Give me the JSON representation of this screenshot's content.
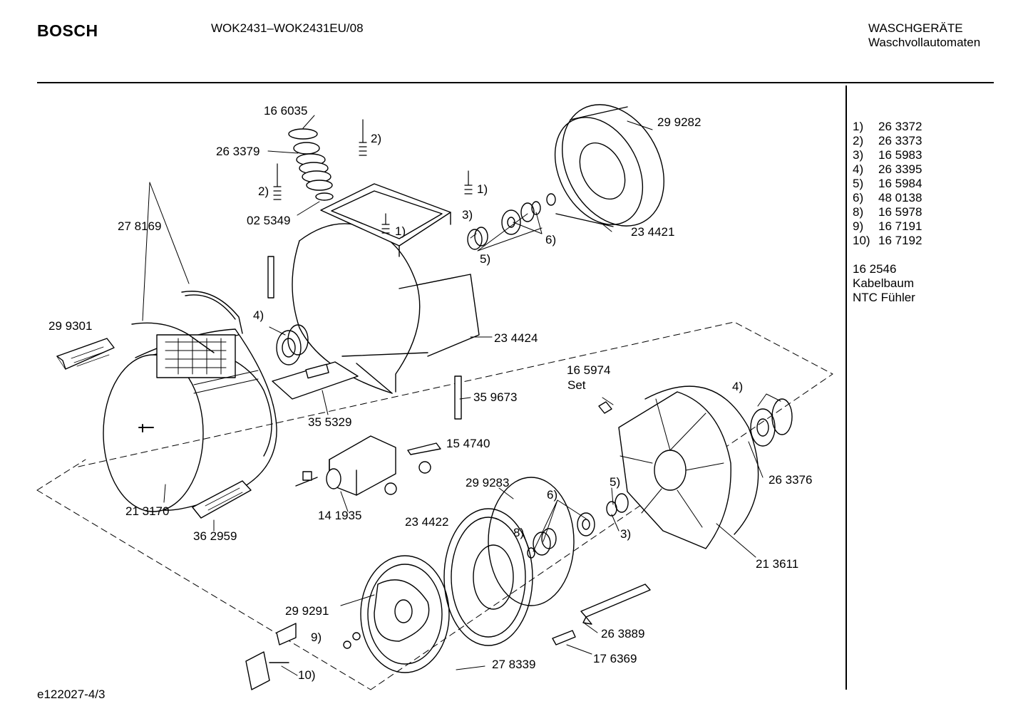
{
  "header": {
    "brand": "BOSCH",
    "model": "WOK2431–WOK2431EU/08",
    "category_line1": "WASCHGERÄTE",
    "category_line2": "Waschvollautomaten"
  },
  "footer": {
    "code": "e122027-4/3"
  },
  "legend": {
    "items": [
      {
        "key": "1)",
        "part": "26 3372"
      },
      {
        "key": "2)",
        "part": "26 3373"
      },
      {
        "key": "3)",
        "part": "16 5983"
      },
      {
        "key": "4)",
        "part": "26 3395"
      },
      {
        "key": "5)",
        "part": "16 5984"
      },
      {
        "key": "6)",
        "part": "48 0138"
      },
      {
        "key": "8)",
        "part": "16 5978"
      },
      {
        "key": "9)",
        "part": "16 7191"
      },
      {
        "key": "10)",
        "part": "16 7192"
      }
    ],
    "extra_part": "16 2546",
    "extra_line1": "Kabelbaum",
    "extra_line2": "NTC Fühler"
  },
  "labels": {
    "p166035": "16 6035",
    "p263379": "26 3379",
    "p025349": "02 5349",
    "p278169": "27 8169",
    "p299301": "29 9301",
    "p213170": "21 3170",
    "p362959": "36 2959",
    "p355329": "35 5329",
    "p141935": "14 1935",
    "p154740": "15 4740",
    "p359673": "35 9673",
    "p234424": "23 4424",
    "p299282": "29 9282",
    "p234421": "23 4421",
    "p165974": "16 5974",
    "p165974set": "Set",
    "p263376": "26 3376",
    "p213611": "21 3611",
    "p299283": "29 9283",
    "p234422": "23 4422",
    "p299291": "29 9291",
    "p278339": "27 8339",
    "p263889": "26 3889",
    "p176369": "17 6369",
    "ref1a": "1)",
    "ref1b": "1)",
    "ref2a": "2)",
    "ref2b": "2)",
    "ref3a": "3)",
    "ref3b": "3)",
    "ref4a": "4)",
    "ref4b": "4)",
    "ref5a": "5)",
    "ref5b": "5)",
    "ref6a": "6)",
    "ref6b": "6)",
    "ref8": "8)",
    "ref9": "9)",
    "ref10": "10)"
  }
}
